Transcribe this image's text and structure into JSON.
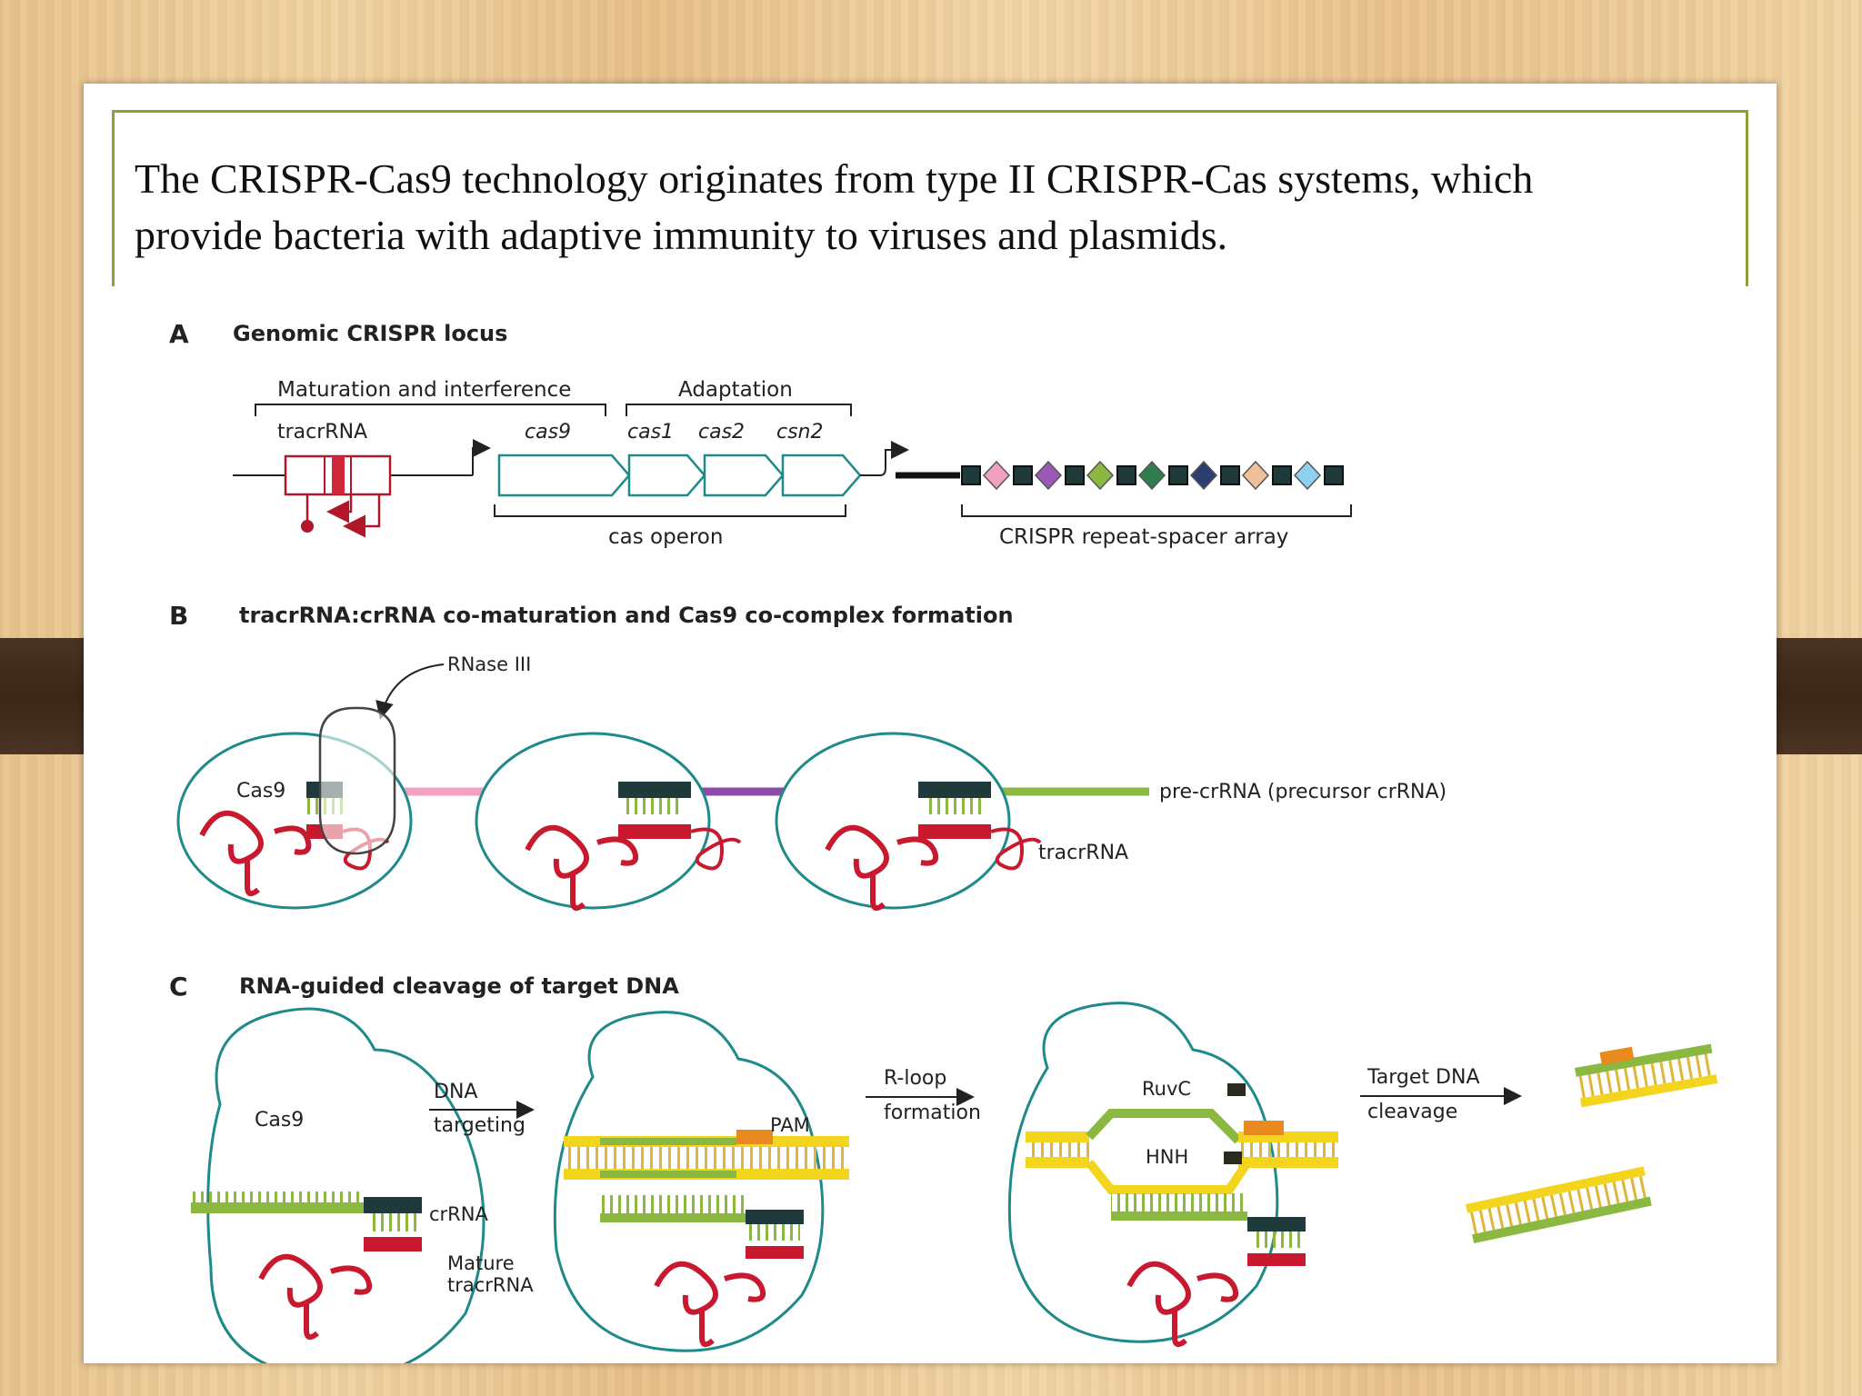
{
  "slide": {
    "text_lines": [
      " The CRISPR-Cas9 technology originates from type II CRISPR-Cas systems, which",
      "provide bacteria with adaptive immunity to viruses and plasmids."
    ]
  },
  "panel_a": {
    "letter": "A",
    "title": "Genomic CRISPR locus",
    "bracket_maturation": "Maturation and interference",
    "bracket_adaptation": "Adaptation",
    "gene_tracrrna": "tracrRNA",
    "gene_cas9": "cas9",
    "gene_cas1": "cas1",
    "gene_cas2": "cas2",
    "gene_csn2": "csn2",
    "operon_label": "cas operon",
    "array_label": "CRISPR repeat-spacer array",
    "spacer_colors": [
      "#f0a0c0",
      "#9b59b6",
      "#8ab840",
      "#2f7d4f",
      "#2c3e70",
      "#f0c09a",
      "#8fd0ee"
    ]
  },
  "panel_b": {
    "letter": "B",
    "title": "tracrRNA:crRNA co-maturation and Cas9 co-complex formation",
    "rnase_label": "RNase III",
    "cas9_label": "Cas9",
    "precrrna_label": "pre-crRNA (precursor crRNA)",
    "tracrrna_label": "tracrRNA"
  },
  "panel_c": {
    "letter": "C",
    "title": "RNA-guided cleavage of target DNA",
    "cas9_label": "Cas9",
    "step1_line1": "DNA",
    "step1_line2": "targeting",
    "crrna_label": "crRNA",
    "mature_line1": "Mature",
    "mature_line2": "tracrRNA",
    "pam_label": "PAM",
    "step2_line1": "R-loop",
    "step2_line2": "formation",
    "ruvc_label": "RuvC",
    "hnh_label": "HNH",
    "step3_line1": "Target DNA",
    "step3_line2": "cleavage"
  }
}
